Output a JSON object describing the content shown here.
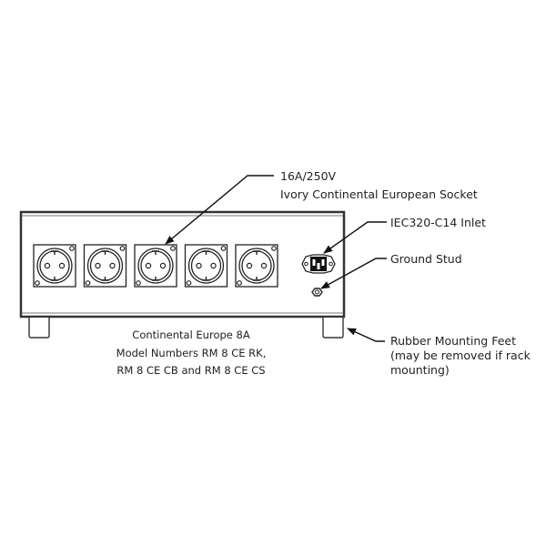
{
  "callouts": {
    "socket_rating": "16A/250V",
    "socket_type": "Ivory Continental European Socket",
    "inlet": "IEC320-C14 Inlet",
    "ground": "Ground Stud",
    "feet_line1": "Rubber Mounting Feet",
    "feet_line2": "(may be removed if rack",
    "feet_line3": "mounting)"
  },
  "caption": {
    "line1": "Continental Europe 8A",
    "line2": "Model Numbers RM 8 CE RK,",
    "line3": "RM 8 CE CB and RM 8 CE CS"
  },
  "sockets": {
    "count": 5
  },
  "colors": {
    "line": "#222222",
    "panel": "#ffffff",
    "inlet": "#111111"
  }
}
